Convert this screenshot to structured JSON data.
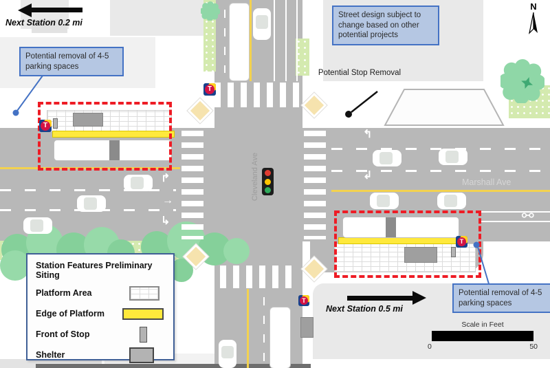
{
  "streets": {
    "vertical": "Cleveland Ave",
    "horizontal": "Marshall Ave"
  },
  "navigation": {
    "next_station_west": "Next Station 0.2 mi",
    "next_station_east": "Next Station 0.5 mi"
  },
  "callouts": {
    "parking_west": "Potential removal of 4-5 parking spaces",
    "parking_east": "Potential removal of 4-5 parking spaces",
    "street_design": "Street design subject to change based on other potential projects",
    "stop_removal": "Potential Stop Removal"
  },
  "compass": {
    "north": "N"
  },
  "legend": {
    "title": "Station Features Preliminary Siting",
    "items": [
      {
        "label": "Platform Area"
      },
      {
        "label": "Edge of Platform"
      },
      {
        "label": "Front of Stop"
      },
      {
        "label": "Shelter"
      }
    ]
  },
  "scale_bar": {
    "label": "Scale in Feet",
    "min": "0",
    "max": "50"
  },
  "transit_logo": {
    "letter": "T"
  },
  "colors": {
    "road": "#b8b8b8",
    "platform_edge": "#ffe93c",
    "station_outline": "#ee1c25",
    "callout_fill": "#b5c7e3",
    "callout_border": "#4472c4",
    "tree": "#8fd7a7",
    "grass": "#d4eaaf",
    "signal_red": "#e03c31",
    "signal_yellow": "#ffc400",
    "signal_green": "#2faa5c"
  }
}
